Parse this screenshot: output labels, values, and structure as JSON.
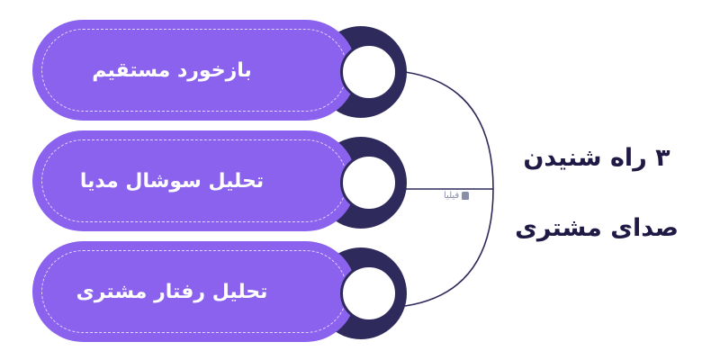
{
  "title": {
    "line1": "۳ راه شنیدن",
    "line2": "صدای مشتری"
  },
  "items": [
    {
      "label": "بازخورد مستقیم"
    },
    {
      "label": "تحلیل سوشال مدیا"
    },
    {
      "label": "تحلیل رفتار مشتری"
    }
  ],
  "watermark": {
    "text": "فیلیا"
  },
  "colors": {
    "pill": "#8a62ee",
    "dark": "#2f2a5c",
    "title": "#1f1a45"
  }
}
